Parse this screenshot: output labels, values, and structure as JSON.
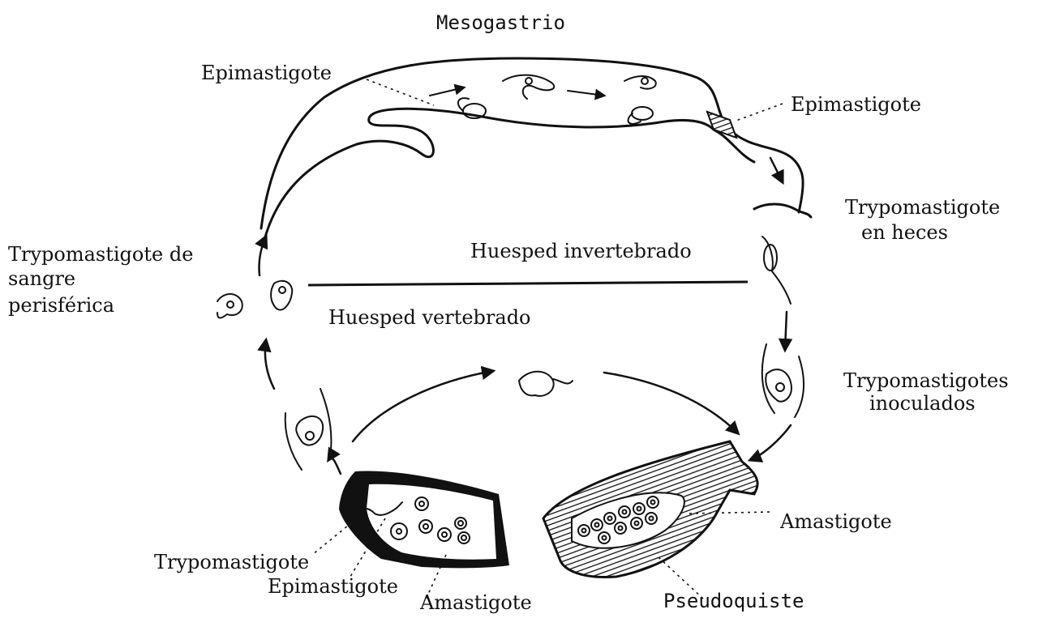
{
  "diagram": {
    "title": "Mesogastrio",
    "division": {
      "upper": "Huesped invertebrado",
      "lower": "Huesped vertebrado"
    },
    "labels": {
      "epimastigote_left": "Epimastigote",
      "epimastigote_right": "Epimastigote",
      "trypo_heces_1": "Trypomastigote",
      "trypo_heces_2": "en heces",
      "trypo_sangre_1": "Trypomastigote de",
      "trypo_sangre_2": "sangre",
      "trypo_sangre_3": "perisférica",
      "trypo_inoc_1": "Trypomastigotes",
      "trypo_inoc_2": "inoculados",
      "amastigote_right": "Amastigote",
      "pseudoquiste": "Pseudoquiste",
      "trypo_bottom": "Trypomastigote",
      "epimastigote_bottom": "Epimastigote",
      "amastigote_bottom": "Amastigote"
    }
  }
}
